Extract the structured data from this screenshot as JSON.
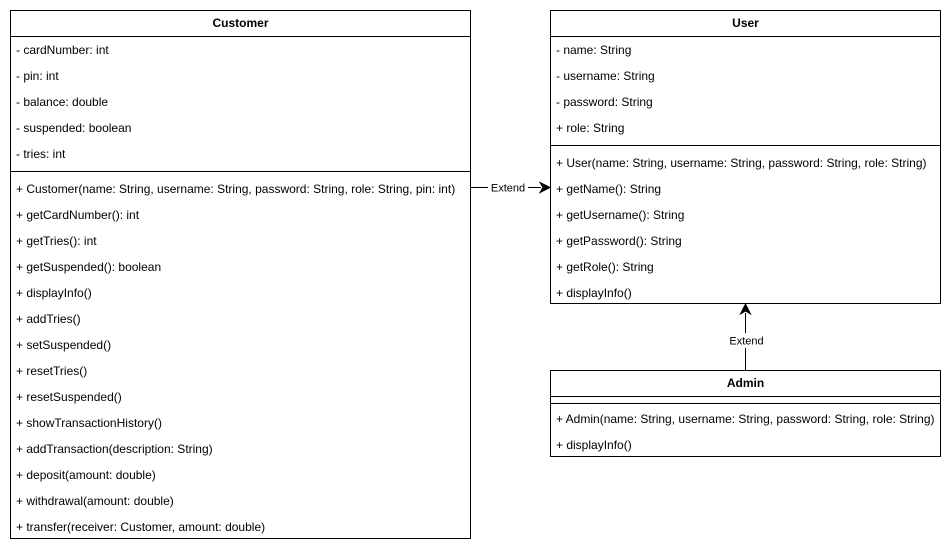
{
  "customer": {
    "name": "Customer",
    "attributes": [
      "- cardNumber: int",
      "- pin: int",
      "- balance: double",
      "- suspended: boolean",
      "- tries: int"
    ],
    "methods": [
      "+ Customer(name: String, username: String, password: String, role: String, pin: int)",
      "+ getCardNumber(): int",
      "+ getTries(): int",
      "+ getSuspended(): boolean",
      "+ displayInfo()",
      "+ addTries()",
      "+ setSuspended()",
      "+ resetTries()",
      "+ resetSuspended()",
      "+ showTransactionHistory()",
      "+ addTransaction(description: String)",
      "+ deposit(amount: double)",
      "+ withdrawal(amount: double)",
      "+ transfer(receiver: Customer, amount: double)"
    ]
  },
  "user": {
    "name": "User",
    "attributes": [
      "- name: String",
      "- username: String",
      "- password: String",
      "+ role: String"
    ],
    "methods": [
      "+ User(name: String, username: String, password: String, role: String)",
      "+ getName(): String",
      "+ getUsername(): String",
      "+ getPassword(): String",
      "+ getRole(): String",
      "+ displayInfo()"
    ]
  },
  "admin": {
    "name": "Admin",
    "methods": [
      "+ Admin(name: String, username: String, password: String, role: String)",
      "+ displayInfo()"
    ]
  },
  "relations": {
    "customer_user": "Extend",
    "admin_user": "Extend"
  }
}
